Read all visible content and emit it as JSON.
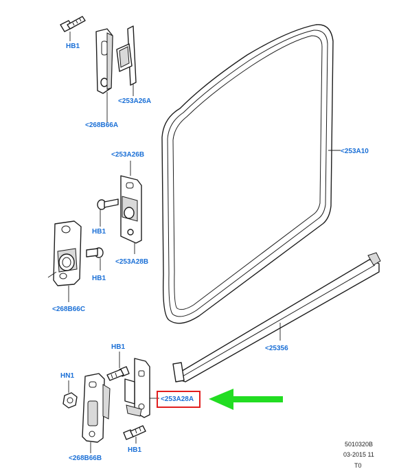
{
  "labels": {
    "hb1_top": "HB1",
    "p253A26A": "<253A26A",
    "p268B66A": "<268B66A",
    "p253A10": "<253A10",
    "p253A26B": "<253A26B",
    "hb1_mid_a": "HB1",
    "p253A28B": "<253A28B",
    "hb1_mid_b": "HB1",
    "p268B66C": "<268B66C",
    "p25356": "<25356",
    "hb1_low_a": "HB1",
    "hn1": "HN1",
    "p253A28A": "<253A28A",
    "hb1_low_b": "HB1",
    "p268B66B": "<268B66B"
  },
  "footer": {
    "ref_code": "5010320B",
    "date_code": "03-2015 11",
    "extra": "T0"
  },
  "highlight": {
    "box_color": "#e11d1d",
    "arrow_color": "#22dd22"
  }
}
